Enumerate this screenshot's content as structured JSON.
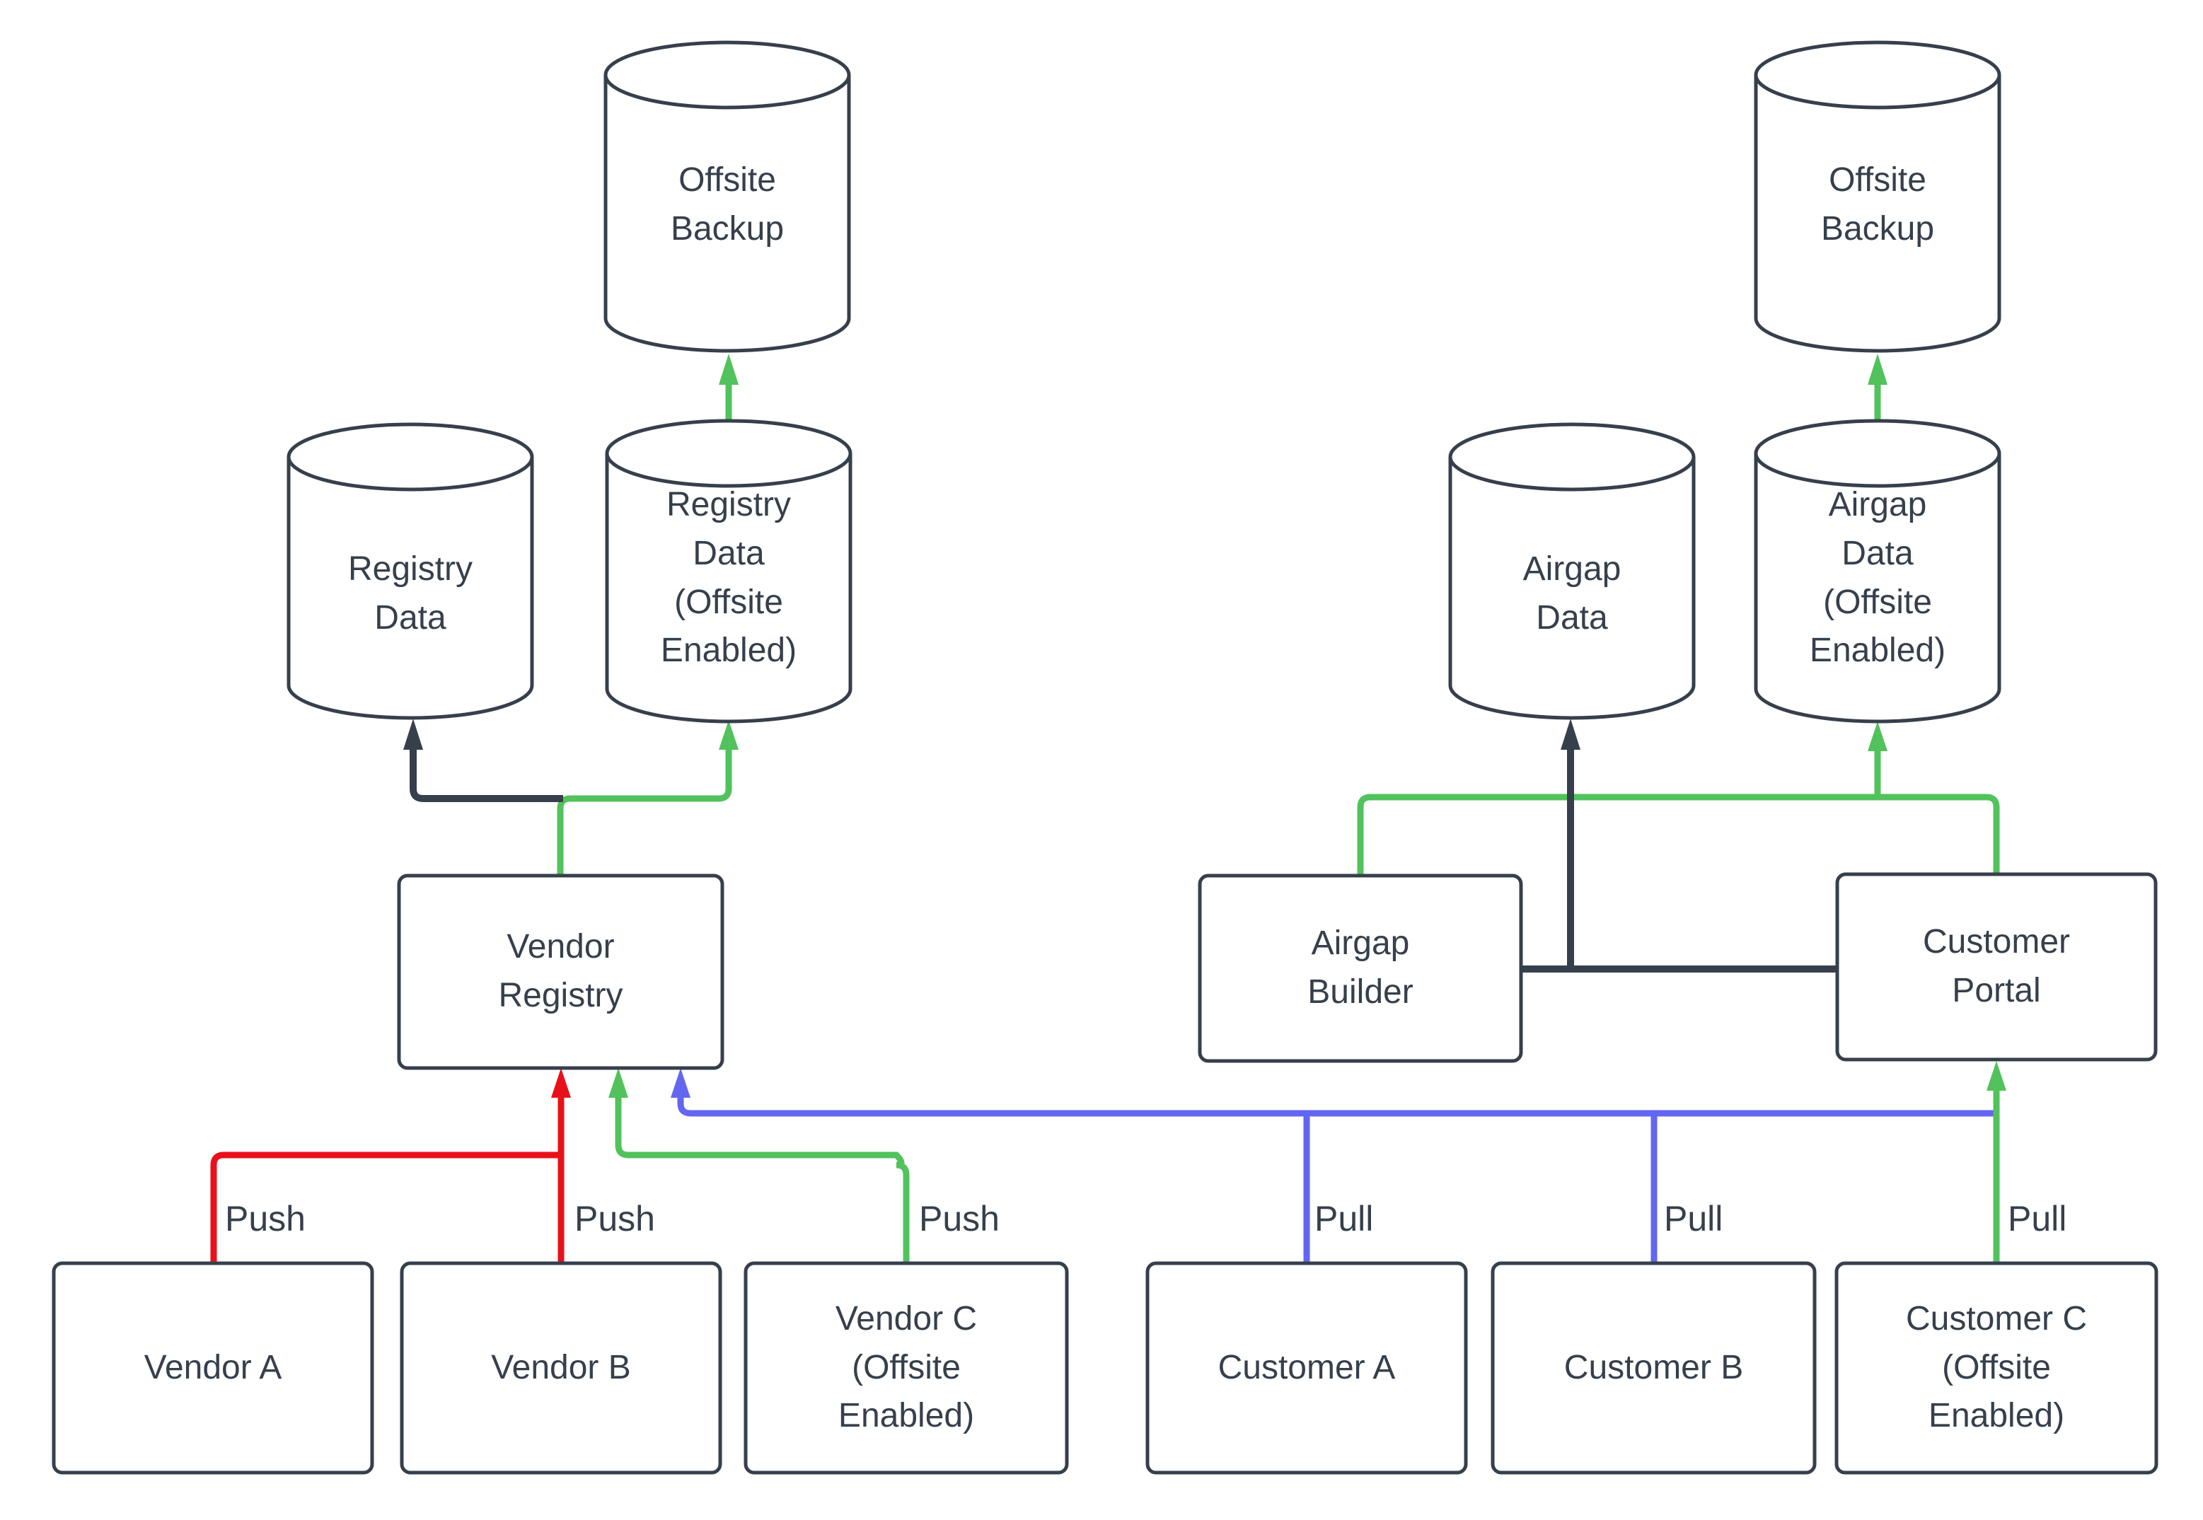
{
  "diagram": {
    "colors": {
      "node_stroke": "#36404c",
      "text": "#36404c",
      "push_red": "#e81119",
      "offsite_green": "#52c25c",
      "pull_blue": "#6366f1",
      "background": "#ffffff"
    },
    "nodes": {
      "offsite_backup_left": {
        "label": "Offsite\nBackup",
        "type": "cylinder"
      },
      "registry_data": {
        "label": "Registry\nData",
        "type": "cylinder"
      },
      "registry_data_offsite": {
        "label": "Registry\nData\n(Offsite\nEnabled)",
        "type": "cylinder"
      },
      "airgap_data": {
        "label": "Airgap\nData",
        "type": "cylinder"
      },
      "airgap_data_offsite": {
        "label": "Airgap\nData\n(Offsite\nEnabled)",
        "type": "cylinder"
      },
      "offsite_backup_right": {
        "label": "Offsite\nBackup",
        "type": "cylinder"
      },
      "vendor_registry": {
        "label": "Vendor\nRegistry",
        "type": "box"
      },
      "airgap_builder": {
        "label": "Airgap\nBuilder",
        "type": "box"
      },
      "customer_portal": {
        "label": "Customer\nPortal",
        "type": "box"
      },
      "vendor_a": {
        "label": "Vendor A",
        "type": "box"
      },
      "vendor_b": {
        "label": "Vendor B",
        "type": "box"
      },
      "vendor_c": {
        "label": "Vendor C\n(Offsite\nEnabled)",
        "type": "box"
      },
      "customer_a": {
        "label": "Customer A",
        "type": "box"
      },
      "customer_b": {
        "label": "Customer B",
        "type": "box"
      },
      "customer_c": {
        "label": "Customer C\n(Offsite\nEnabled)",
        "type": "box"
      }
    },
    "edge_labels": {
      "push_vendor_a": "Push",
      "push_vendor_b": "Push",
      "push_vendor_c": "Push",
      "pull_customer_a": "Pull",
      "pull_customer_b": "Pull",
      "pull_customer_c": "Pull"
    }
  }
}
